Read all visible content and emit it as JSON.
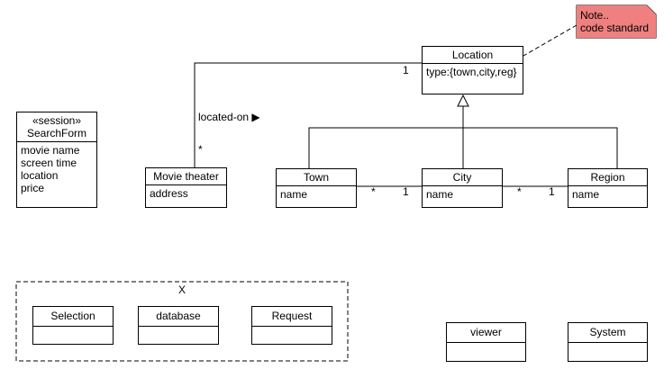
{
  "note": {
    "lines": [
      "Note..",
      "code standard"
    ]
  },
  "classes": {
    "location": {
      "name": "Location",
      "attributes": [
        "type:{town,city,reg}"
      ]
    },
    "search_form": {
      "stereotype": "«session»",
      "name": "SearchForm",
      "attributes": [
        "movie name",
        "screen time",
        "location",
        "price"
      ]
    },
    "movie_theater": {
      "name": "Movie theater",
      "attributes": [
        "address"
      ]
    },
    "town": {
      "name": "Town",
      "attributes": [
        "name"
      ]
    },
    "city": {
      "name": "City",
      "attributes": [
        "name"
      ]
    },
    "region": {
      "name": "Region",
      "attributes": [
        "name"
      ]
    },
    "selection": {
      "name": "Selection"
    },
    "database": {
      "name": "database"
    },
    "request": {
      "name": "Request"
    },
    "viewer": {
      "name": "viewer"
    },
    "system": {
      "name": "System"
    }
  },
  "package": {
    "name": "X"
  },
  "associations": {
    "theater_location": {
      "label": "located-on ▶",
      "location_end": "1",
      "theater_end": "*"
    },
    "town_city": {
      "town_end": "*",
      "city_end": "1"
    },
    "city_region": {
      "city_end": "*",
      "region_end": "1"
    }
  }
}
